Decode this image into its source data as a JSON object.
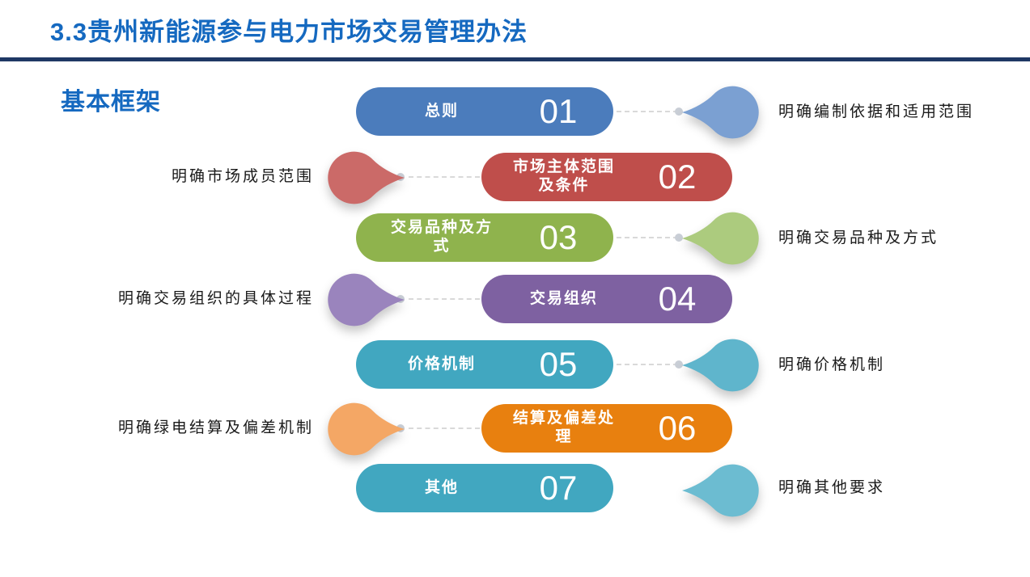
{
  "slide": {
    "title": "3.3贵州新能源参与电力市场交易管理办法",
    "section_label": "基本框架"
  },
  "colors": {
    "title_blue": "#1569c0",
    "rule_navy": "#1f3864",
    "row1_pill": "#4b7cbc",
    "row1_drop": "#7ba0d2",
    "row2_pill": "#bf4e4b",
    "row2_drop": "#cb6a68",
    "row3_pill": "#8fb34d",
    "row3_drop": "#accb7e",
    "row4_pill": "#7e61a1",
    "row4_drop": "#9a84bd",
    "row5_pill": "#41a7c0",
    "row5_drop": "#5fb5cc",
    "row6_pill": "#e8800f",
    "row6_drop": "#f4a765",
    "row7_pill": "#41a7c0",
    "row7_drop": "#6cbcd1",
    "connector_grey": "#d9d9d9"
  },
  "rows": [
    {
      "num": "01",
      "label": "总则",
      "side_label": "明确编制依据和适用范围",
      "side": "right",
      "connector": true
    },
    {
      "num": "02",
      "label": "市场主体范围\n及条件",
      "side_label": "明确市场成员范围",
      "side": "left",
      "connector": true
    },
    {
      "num": "03",
      "label": "交易品种及方\n式",
      "side_label": "明确交易品种及方式",
      "side": "right",
      "connector": true
    },
    {
      "num": "04",
      "label": "交易组织",
      "side_label": "明确交易组织的具体过程",
      "side": "left",
      "connector": true
    },
    {
      "num": "05",
      "label": "价格机制",
      "side_label": "明确价格机制",
      "side": "right",
      "connector": true
    },
    {
      "num": "06",
      "label": "结算及偏差处\n理",
      "side_label": "明确绿电结算及偏差机制",
      "side": "left",
      "connector": true
    },
    {
      "num": "07",
      "label": "其他",
      "side_label": "明确其他要求",
      "side": "right",
      "connector": false
    }
  ]
}
